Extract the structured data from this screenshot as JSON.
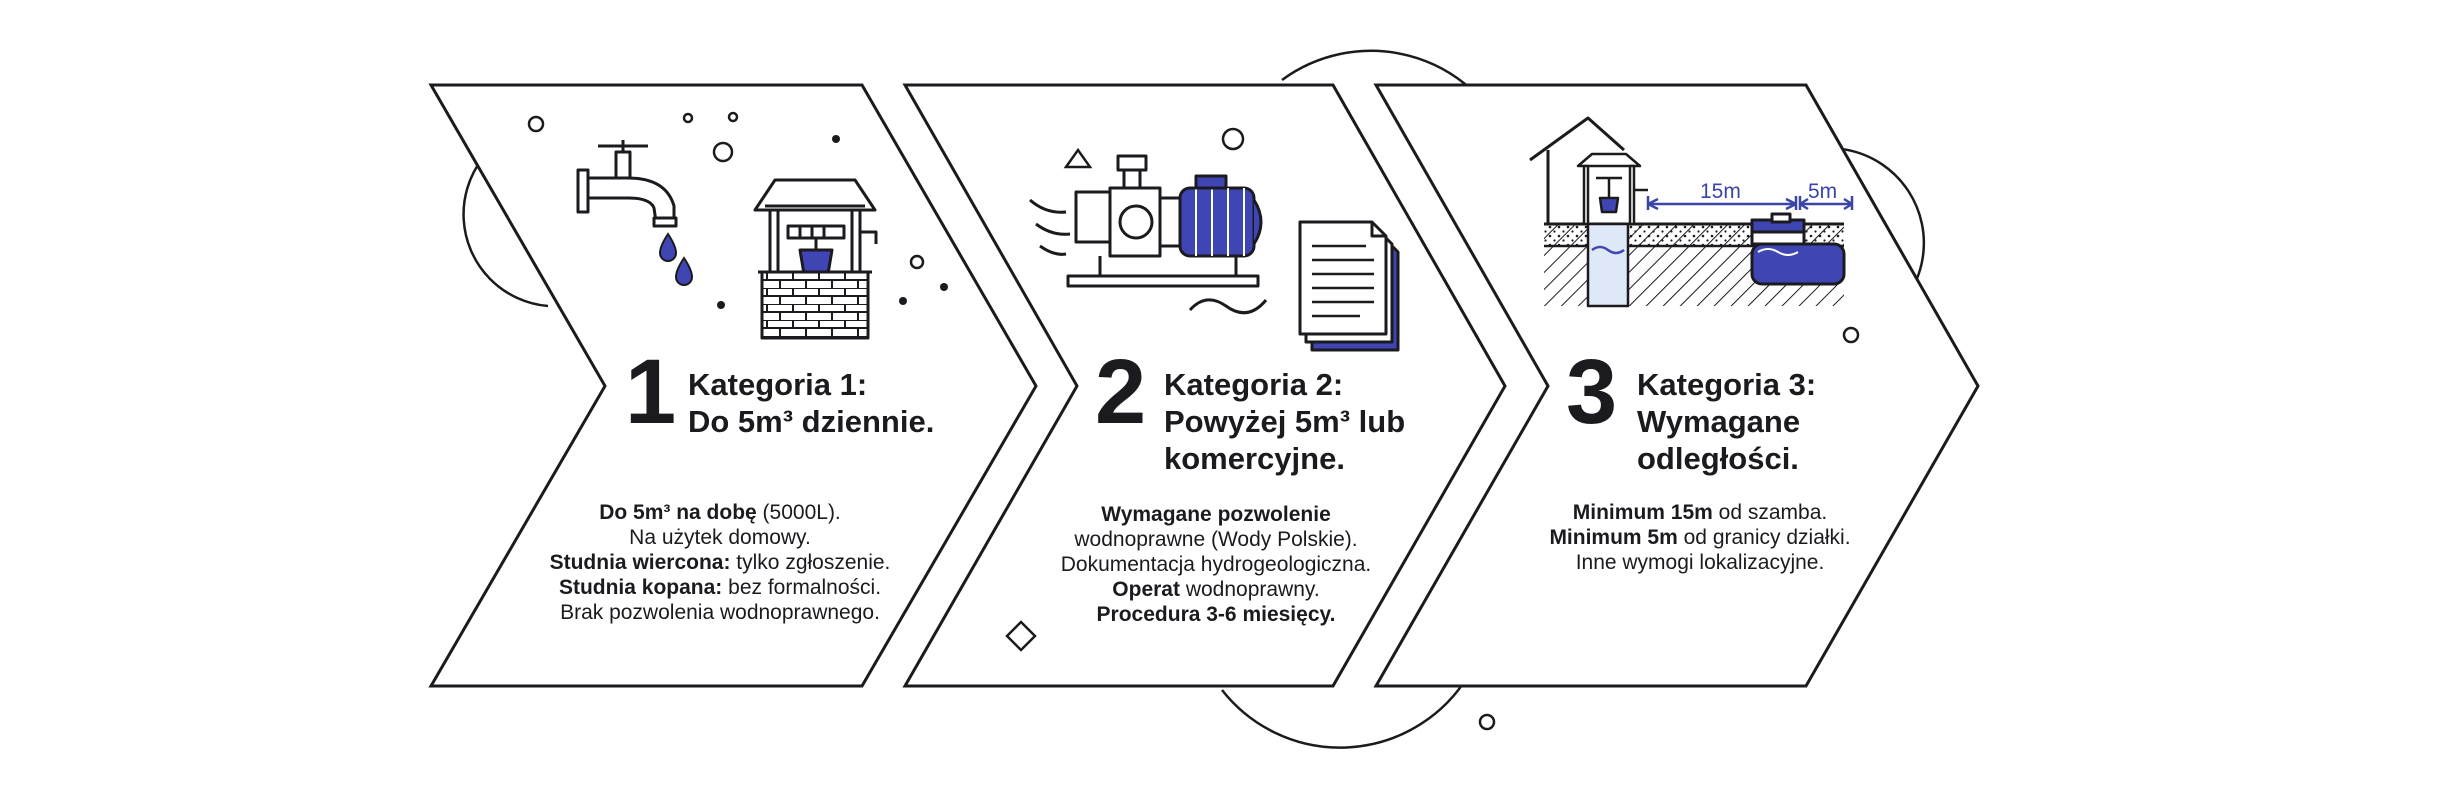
{
  "colors": {
    "ink": "#1b1b1f",
    "accent": "#3f46b4",
    "water": "#dfe8f6",
    "page": "#ffffff"
  },
  "icons": [
    "water-tap-icon",
    "water-drop-icon",
    "dug-well-icon",
    "water-pump-icon",
    "document-stack-icon",
    "well-cross-section-icon",
    "septic-tank-icon"
  ],
  "cards": [
    {
      "number": "1",
      "title": [
        "Kategoria 1:",
        "Do 5m³ dziennie."
      ],
      "lines": [
        [
          {
            "b": "Do 5m³ na dobę"
          },
          {
            "t": " (5000L)."
          }
        ],
        [
          {
            "t": "Na użytek domowy."
          }
        ],
        [
          {
            "b": "Studnia wiercona:"
          },
          {
            "t": " tylko zgłoszenie."
          }
        ],
        [
          {
            "b": "Studnia kopana:"
          },
          {
            "t": " bez formalności."
          }
        ],
        [
          {
            "t": "Brak pozwolenia wodnoprawnego."
          }
        ]
      ]
    },
    {
      "number": "2",
      "title": [
        "Kategoria 2:",
        "Powyżej 5m³ lub",
        "komercyjne."
      ],
      "lines": [
        [
          {
            "b": "Wymagane pozwolenie"
          }
        ],
        [
          {
            "t": "wodnoprawne (Wody Polskie)."
          }
        ],
        [
          {
            "t": "Dokumentacja hydrogeologiczna."
          }
        ],
        [
          {
            "b": "Operat"
          },
          {
            "t": " wodnoprawny."
          }
        ],
        [
          {
            "b": "Procedura 3-6 miesięcy."
          }
        ]
      ]
    },
    {
      "number": "3",
      "title": [
        "Kategoria 3:",
        "Wymagane",
        "odległości."
      ],
      "lines": [
        [
          {
            "b": "Minimum 15m"
          },
          {
            "t": " od szamba."
          }
        ],
        [
          {
            "b": "Minimum 5m"
          },
          {
            "t": " od granicy działki."
          }
        ],
        [
          {
            "t": "Inne wymogi lokalizacyjne."
          }
        ]
      ]
    }
  ],
  "illustration": {
    "distance_well_to_septic": "15m",
    "distance_septic_to_border": "5m"
  }
}
